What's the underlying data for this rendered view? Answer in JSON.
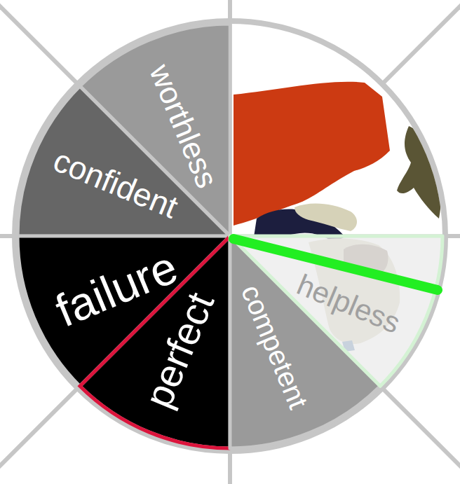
{
  "diagram": {
    "nodes": [
      {
        "text": [
          "worthless"
        ]
      },
      {
        "text": [
          "confident"
        ]
      },
      {
        "text": [
          "failure"
        ]
      },
      {
        "text": [
          "perfect"
        ]
      },
      {
        "text": [
          "competent"
        ]
      },
      {
        "text": [
          "helpless"
        ]
      }
    ]
  }
}
